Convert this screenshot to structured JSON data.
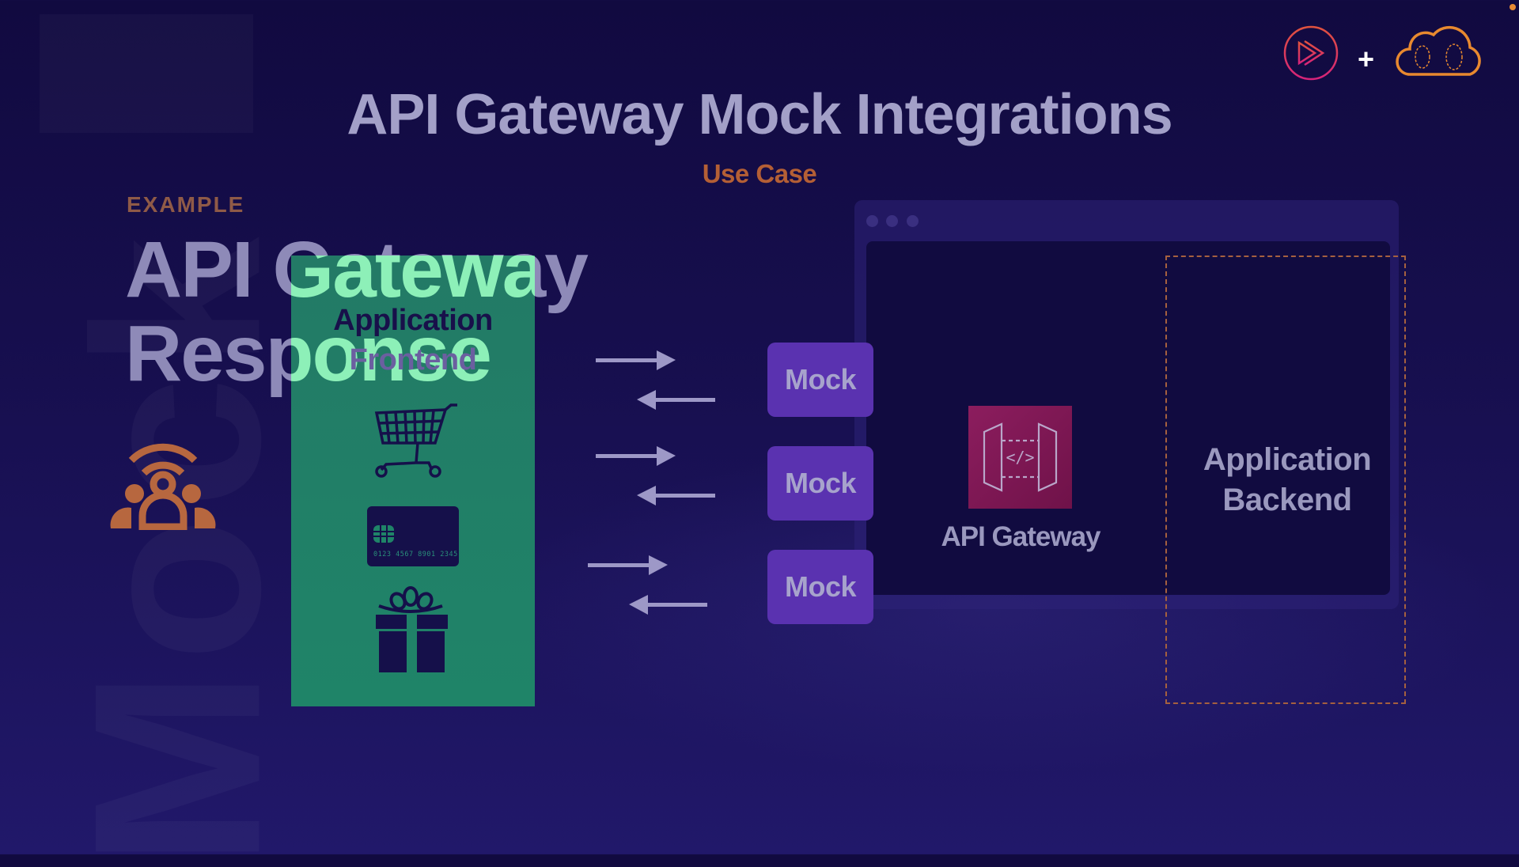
{
  "slide": {
    "title": "API Gateway Mock Integrations",
    "subtitle": "Use Case",
    "watermark": "Mock"
  },
  "outgoing_slide": {
    "eyebrow": "EXAMPLE",
    "heading_line1": "API Gateway",
    "heading_line2": "Response",
    "icon": "broadcast-group-icon"
  },
  "frontend": {
    "title_line1": "Application",
    "title_line2": "Frontend",
    "icons": [
      "shopping-cart-icon",
      "credit-card-icon",
      "gift-icon"
    ],
    "card_number": "0123 4567 8901 2345"
  },
  "mocks": [
    {
      "label": "Mock"
    },
    {
      "label": "Mock"
    },
    {
      "label": "Mock"
    }
  ],
  "api_gateway": {
    "label": "API Gateway",
    "icon": "api-gateway-icon",
    "icon_glyph": "</>"
  },
  "backend": {
    "title_line1": "Application",
    "title_line2": "Backend"
  },
  "branding": {
    "left_logo": "pluralsight-play-icon",
    "plus": "+",
    "right_logo": "aws-cloud-icon"
  },
  "colors": {
    "background": "#150d48",
    "title": "#a3a0c8",
    "accent_orange": "#b45f35",
    "frontend_green": "#1f8468",
    "mock_purple": "#5a32b0",
    "api_gateway_magenta": "#8c1d5e",
    "dashed_border": "#a5603f"
  }
}
